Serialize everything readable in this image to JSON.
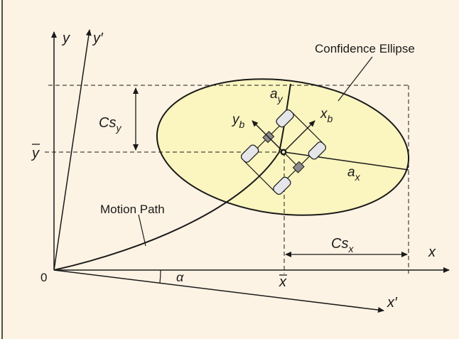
{
  "colors": {
    "background": "#fdf3e4",
    "ellipse_fill": "#fbf5bf",
    "line": "#1a1a1a",
    "wheel_fill": "#e4e6ea",
    "wheel_hub": "#8c8c8c"
  },
  "labels": {
    "y": "y",
    "y_prime": "y′",
    "x": "x",
    "x_prime": "x′",
    "origin": "0",
    "y_bar": "y",
    "x_bar": "x",
    "alpha": "α",
    "confidence_ellipse": "Confidence Ellipse",
    "motion_path": "Motion Path",
    "cs_y": {
      "main": "Cs",
      "sub": "y"
    },
    "cs_x": {
      "main": "Cs",
      "sub": "x"
    },
    "a_y": {
      "main": "a",
      "sub": "y"
    },
    "a_x": {
      "main": "a",
      "sub": "x"
    },
    "x_b": {
      "main": "x",
      "sub": "b"
    },
    "y_b": {
      "main": "y",
      "sub": "b"
    }
  }
}
